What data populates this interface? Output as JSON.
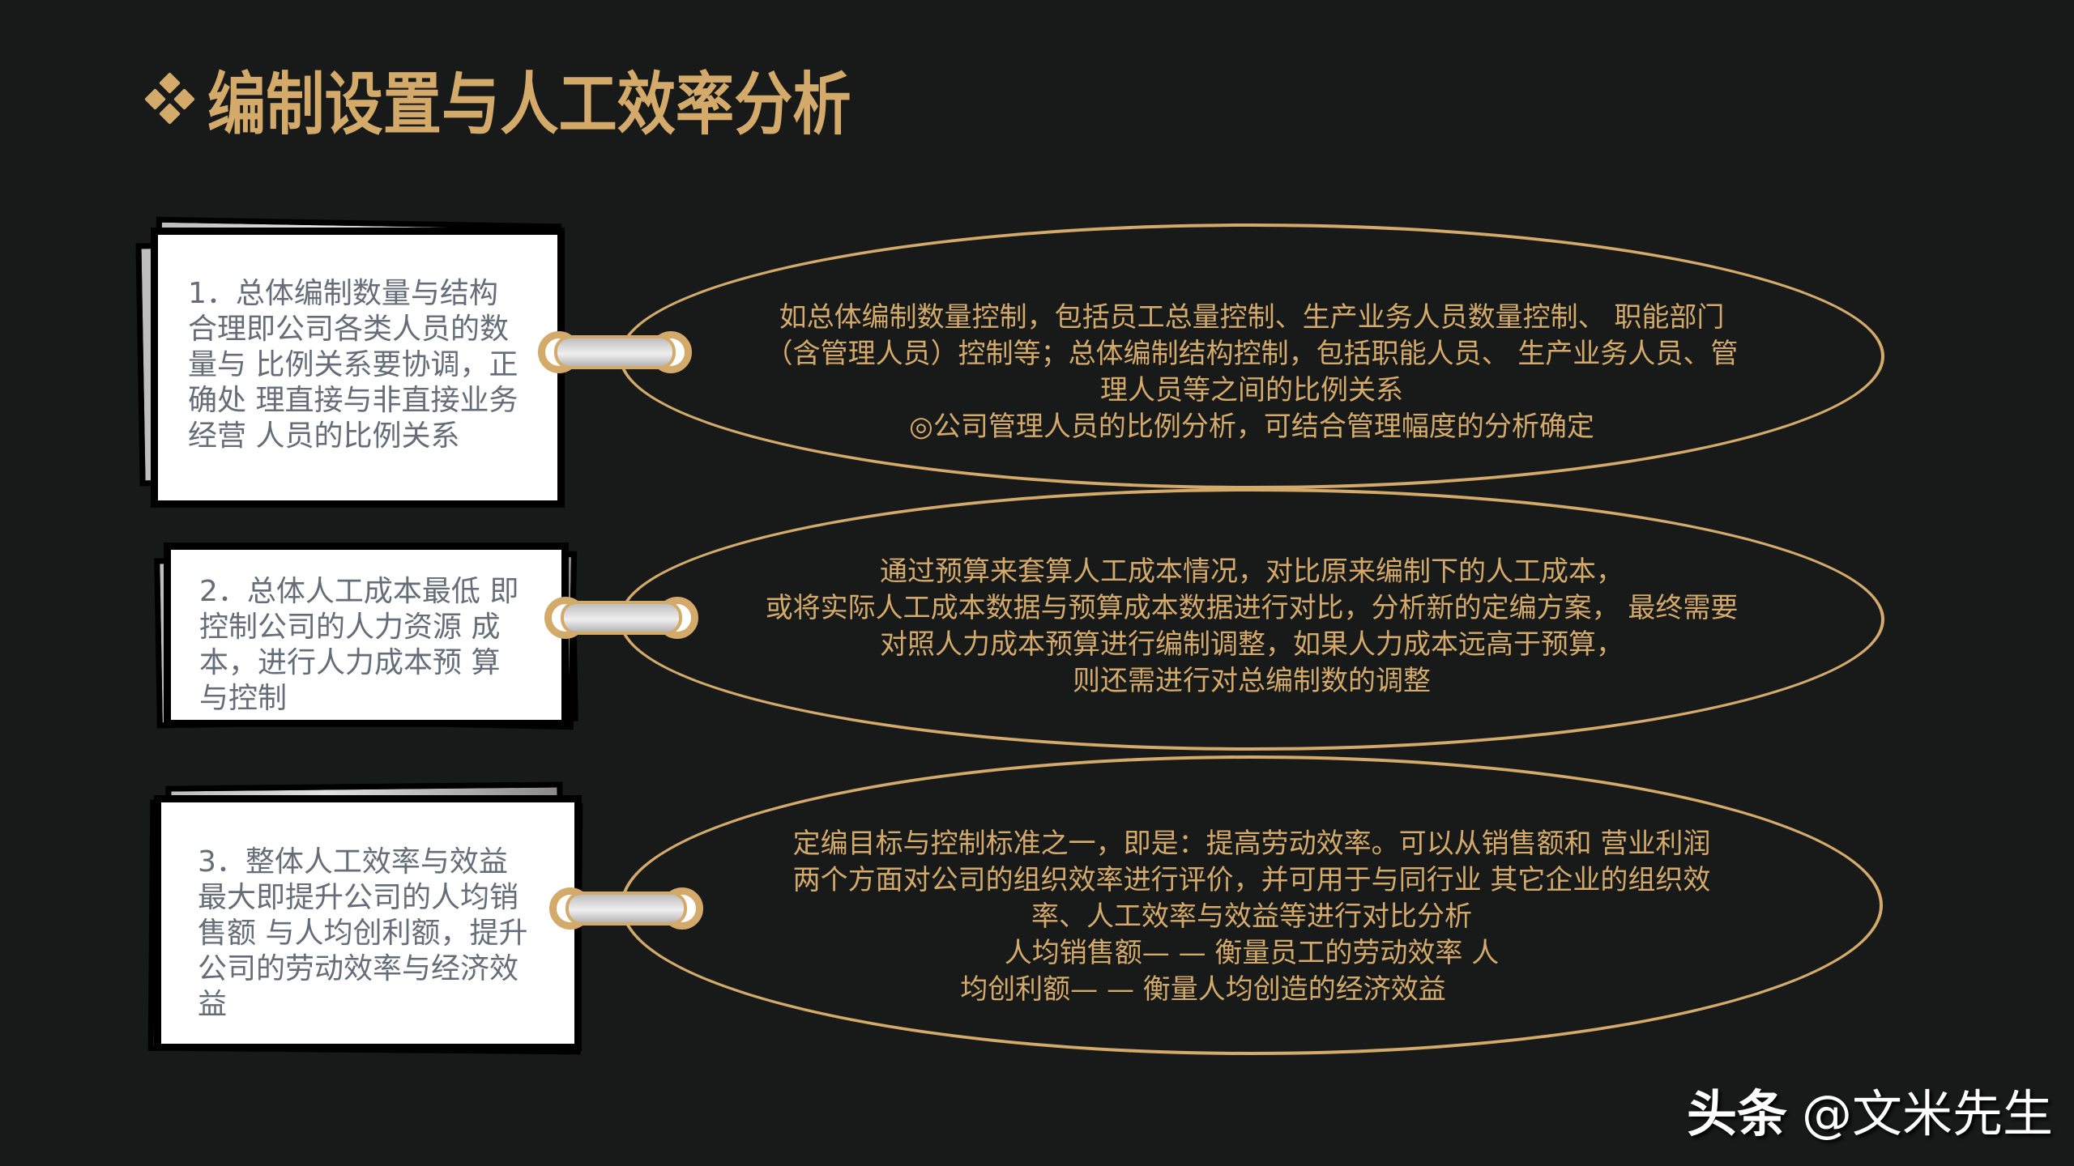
{
  "title": {
    "icon": "four-diamond-bullet",
    "text": "编制设置与人工效率分析",
    "color": "#d4aa6b"
  },
  "items": [
    {
      "card_lines": [
        "1．总体编制数量与结构",
        "合理即公司各类人员的数",
        "量与 比例关系要协调，正",
        "确处 理直接与非直接业务",
        "经营 人员的比例关系"
      ],
      "detail_lines": [
        "如总体编制数量控制，包括员工总量控制、生产业务人员数量控制、 职能部门",
        "（含管理人员）控制等；总体编制结构控制，包括职能人员、 生产业务人员、管",
        "理人员等之间的比例关系",
        "◎公司管理人员的比例分析，可结合管理幅度的分析确定"
      ]
    },
    {
      "card_lines": [
        "2．总体人工成本最低 即",
        "控制公司的人力资源 成",
        "本，进行人力成本预 算",
        "与控制"
      ],
      "detail_lines": [
        "通过预算来套算人工成本情况，对比原来编制下的人工成本，",
        "或将实际人工成本数据与预算成本数据进行对比，分析新的定编方案， 最终需要",
        "对照人力成本预算进行编制调整，如果人力成本远高于预算，",
        "则还需进行对总编制数的调整"
      ]
    },
    {
      "card_lines": [
        "3．整体人工效率与效益",
        "最大即提升公司的人均销",
        "售额 与人均创利额，提升",
        "公司的劳动效率与经济效",
        "益"
      ],
      "detail_lines": [
        "定编目标与控制标准之一，即是：提高劳动效率。可以从销售额和 营业利润",
        "两个方面对公司的组织效率进行评价，并可用于与同行业 其它企业的组织效",
        "率、人工效率与效益等进行对比分析",
        "人均销售额— — 衡量员工的劳动效率 人",
        "均创利额— — 衡量人均创造的经济效益"
      ]
    }
  ],
  "watermark": {
    "brand": "头条",
    "handle": "@文米先生"
  }
}
